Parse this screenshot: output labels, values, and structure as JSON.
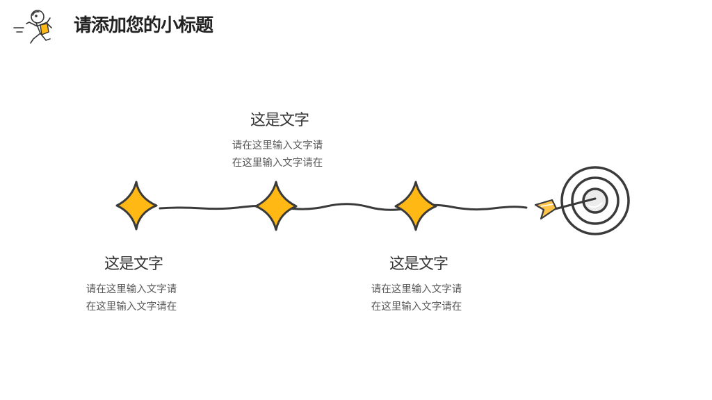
{
  "page": {
    "title": "请添加您的小标题"
  },
  "colors": {
    "accent": "#FFB814",
    "stroke": "#3a3a3a",
    "text_dark": "#333333",
    "text_body": "#595959"
  },
  "icons": {
    "mascot": "running-stick-figure-icon",
    "star": "four-point-star-icon",
    "target": "target-with-arrow-icon"
  },
  "milestones": [
    {
      "heading": "这是文字",
      "line1": "请在这里输入文字请",
      "line2": "在这里输入文字请在"
    },
    {
      "heading": "这是文字",
      "line1": "请在这里输入文字请",
      "line2": "在这里输入文字请在"
    },
    {
      "heading": "这是文字",
      "line1": "请在这里输入文字请",
      "line2": "在这里输入文字请在"
    }
  ]
}
